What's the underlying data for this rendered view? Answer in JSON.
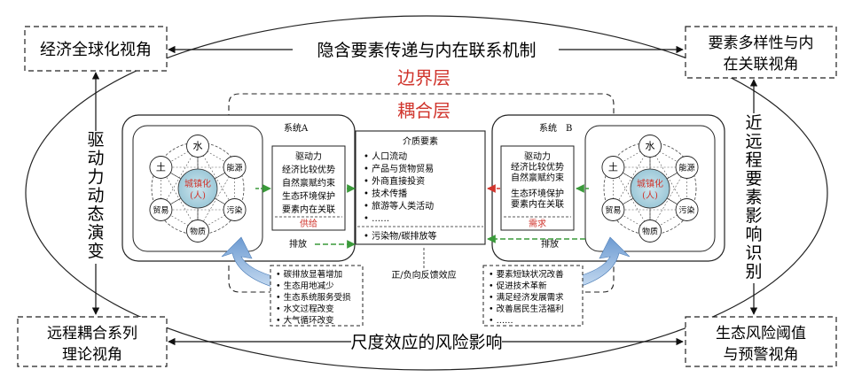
{
  "corners": {
    "top_left": "经济全球化视角",
    "top_right_line1": "要素多样性与内",
    "top_right_line2": "在关联视角",
    "bottom_left_line1": "远程耦合系列",
    "bottom_left_line2": "理论视角",
    "bottom_right_line1": "生态风险阈值",
    "bottom_right_line2": "与预警视角"
  },
  "edges": {
    "top": "隐含要素传递与内在联系机制",
    "bottom": "尺度效应的风险影响",
    "left": [
      "驱",
      "动",
      "力",
      "动",
      "态",
      "演",
      "变"
    ],
    "right": [
      "近",
      "远",
      "程",
      "要",
      "素",
      "影",
      "响",
      "识",
      "别"
    ]
  },
  "layers": {
    "boundary": "边界层",
    "coupling": "耦合层"
  },
  "system_a": {
    "label": "系统A",
    "center_line1": "城镇化",
    "center_line2": "(人)",
    "nodes": [
      "水",
      "能源",
      "污染",
      "物质",
      "贸易",
      "土"
    ],
    "drivers": [
      "驱动力",
      "经济比较优势",
      "自然禀赋约束",
      "生态环境保护",
      "要素内在关联"
    ],
    "role": "供给",
    "emission": "排放"
  },
  "system_b": {
    "label": "系统　B",
    "center_line1": "城镇化",
    "center_line2": "(人)",
    "nodes": [
      "水",
      "能源",
      "污染",
      "物质",
      "贸易",
      "土"
    ],
    "drivers": [
      "驱动力",
      "经济比较优势",
      "自然禀赋约束",
      "生态环境保护",
      "要素内在关联"
    ],
    "role": "需求",
    "emission": "排放"
  },
  "medium": {
    "title": "介质要素",
    "items": [
      "人口流动",
      "产品与货物贸易",
      "外商直接投资",
      "技术传播",
      "旅游等人类活动",
      "……"
    ],
    "pollution": "污染物/碳排放等"
  },
  "feedback_label": "正/负向反馈效应",
  "left_impacts": [
    "碳排放显著增加",
    "生态用地减少",
    "生态系统服务受损",
    "水文过程改变",
    "大气循环改变"
  ],
  "right_impacts": [
    "要素短缺状况改善",
    "促进技术革新",
    "满足经济发展需求",
    "改善居民生活福利",
    "……"
  ],
  "colors": {
    "red": "#d0342c",
    "green": "#3a9a3a",
    "blue": "#5b8ec9",
    "light_blue": "#a9c6e8",
    "ink": "#111111"
  }
}
